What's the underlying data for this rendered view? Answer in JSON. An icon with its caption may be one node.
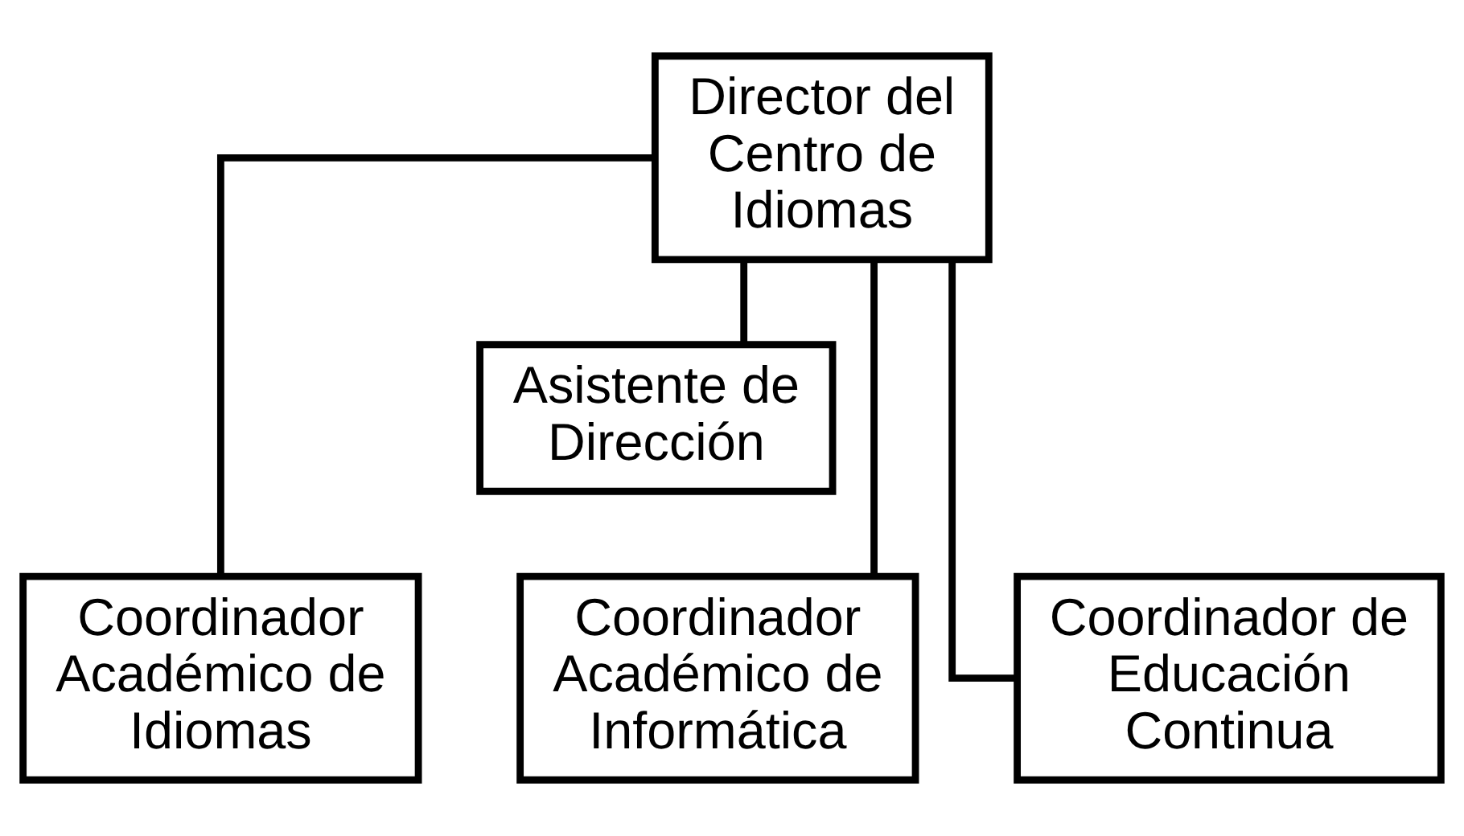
{
  "diagram": {
    "nodes": [
      {
        "text": [
          "Director del Centro de Idiomas"
        ]
      },
      {
        "text": [
          "Asistente de Dirección"
        ]
      },
      {
        "text": [
          "Coordinador Académico de Idiomas"
        ]
      },
      {
        "text": [
          "Coordinador Académico de Informática"
        ]
      },
      {
        "text": [
          "Coordinador de Educación Continua"
        ]
      }
    ],
    "edges": [
      {
        "from": 0,
        "to": 1,
        "arrow": "none"
      },
      {
        "from": 0,
        "to": 2,
        "arrow": "none"
      },
      {
        "from": 0,
        "to": 3,
        "arrow": "none"
      },
      {
        "from": 0,
        "to": 4,
        "arrow": "none"
      }
    ]
  }
}
